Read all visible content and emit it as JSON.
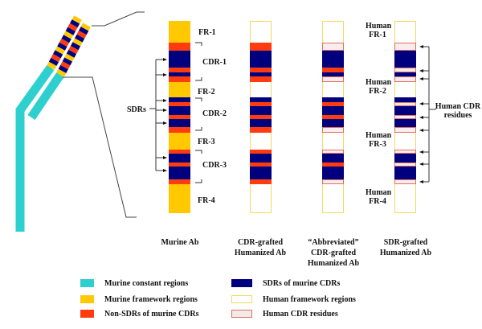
{
  "colors": {
    "murine_constant": "#2ECFCF",
    "murine_framework": "#FFC800",
    "non_sdr": "#FF3B0F",
    "sdr": "#00007F",
    "human_framework_border": "#F2DA60",
    "human_cdr_fill": "#F7EDEC",
    "human_cdr_border": "#E07060"
  },
  "region_labels": {
    "fr1": "FR-1",
    "cdr1": "CDR-1",
    "fr2": "FR-2",
    "cdr2": "CDR-2",
    "fr3": "FR-3",
    "cdr3": "CDR-3",
    "fr4": "FR-4"
  },
  "sdrs_label": "SDRs",
  "human_fr_labels": [
    {
      "l1": "Human",
      "l2": "FR-1"
    },
    {
      "l1": "Human",
      "l2": "FR-2"
    },
    {
      "l1": "Human",
      "l2": "FR-3"
    },
    {
      "l1": "Human",
      "l2": "FR-4"
    }
  ],
  "human_cdr_residues_label": {
    "l1": "Human CDR",
    "l2": "residues"
  },
  "columns": [
    {
      "title": [
        "Murine Ab"
      ],
      "fr": "murine",
      "nonsdr": [
        "red",
        "red",
        "red",
        "red",
        "red",
        "red",
        "red",
        "red",
        "red"
      ]
    },
    {
      "title": [
        "CDR-grafted",
        "Humanized Ab"
      ],
      "fr": "human",
      "nonsdr": [
        "red",
        "red",
        "red",
        "red",
        "red",
        "red",
        "red",
        "red",
        "red"
      ]
    },
    {
      "title": [
        "“Abbreviated”",
        "CDR-grafted",
        "Humanized Ab"
      ],
      "fr": "human",
      "nonsdr": [
        "pink",
        "red",
        "pink",
        "red",
        "red",
        "pink",
        "pink",
        "red",
        "pink"
      ]
    },
    {
      "title": [
        "SDR-grafted",
        "Humanized Ab"
      ],
      "fr": "human",
      "nonsdr": [
        "pink",
        "pink",
        "pink",
        "pink",
        "pink",
        "pink",
        "pink",
        "pink",
        "pink"
      ]
    }
  ],
  "legend": [
    {
      "label": "Murine constant regions",
      "swatch": "murine_constant"
    },
    {
      "label": "Murine framework regions",
      "swatch": "murine_framework"
    },
    {
      "label": "Non-SDRs of murine CDRs",
      "swatch": "non_sdr"
    },
    {
      "label": "SDRs of murine CDRs",
      "swatch": "sdr"
    },
    {
      "label": "Human framework regions",
      "swatch": "human_framework"
    },
    {
      "label": "Human CDR residues",
      "swatch": "human_cdr"
    }
  ]
}
